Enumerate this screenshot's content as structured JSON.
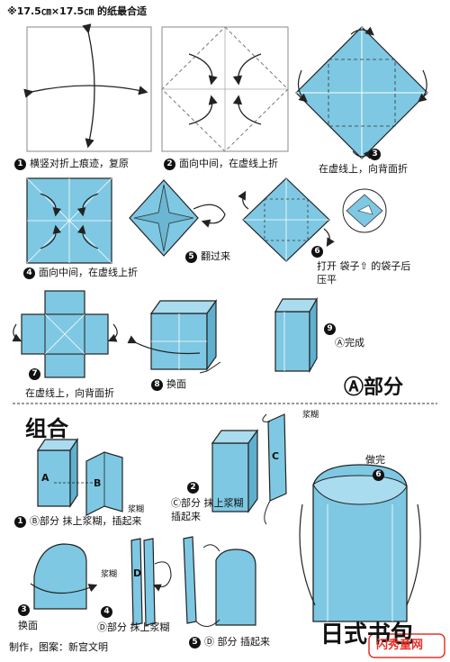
{
  "header": {
    "note": "※17.5㎝×17.5㎝ 的纸最合适"
  },
  "colors": {
    "paper": "#7ec8e3",
    "line": "#222222",
    "accent": "#e6332a"
  },
  "steps": [
    {
      "num": "1",
      "text": "横竖对折上痕迹，复原"
    },
    {
      "num": "2",
      "text": "面向中间，在虚线上折"
    },
    {
      "num": "3",
      "text": "在虚线上，向背面折"
    },
    {
      "num": "4",
      "text": "面向中间，在虚线上折"
    },
    {
      "num": "5",
      "text": "翻过来"
    },
    {
      "num": "6",
      "text": "打开 袋子⇧ 的袋子后",
      "text2": "压平"
    },
    {
      "num": "7",
      "text": "在虚线上，向背面折"
    },
    {
      "num": "8",
      "text": "换面"
    },
    {
      "num": "9",
      "text": "Ⓐ完成"
    }
  ],
  "part_a": {
    "label": "Ⓐ部分"
  },
  "assembly": {
    "title": "组合",
    "glue": "浆糊",
    "steps": [
      {
        "num": "1",
        "text": "Ⓑ部分 抹上浆糊，插起来"
      },
      {
        "num": "2",
        "text": "Ⓒ部分 抹上浆糊",
        "text2": "插起来"
      },
      {
        "num": "3",
        "text": "换面"
      },
      {
        "num": "4",
        "text": "Ⓓ部分 抹上浆糊"
      },
      {
        "num": "5",
        "text": "Ⓓ 部分 插起来"
      },
      {
        "num": "6",
        "text": "做完"
      }
    ],
    "labels": {
      "a": "A",
      "b": "B",
      "c": "C",
      "d": "D"
    }
  },
  "footer": {
    "credit": "制作，图案：新宫文明",
    "title": "日式书包",
    "watermark": "闪秀童网"
  }
}
